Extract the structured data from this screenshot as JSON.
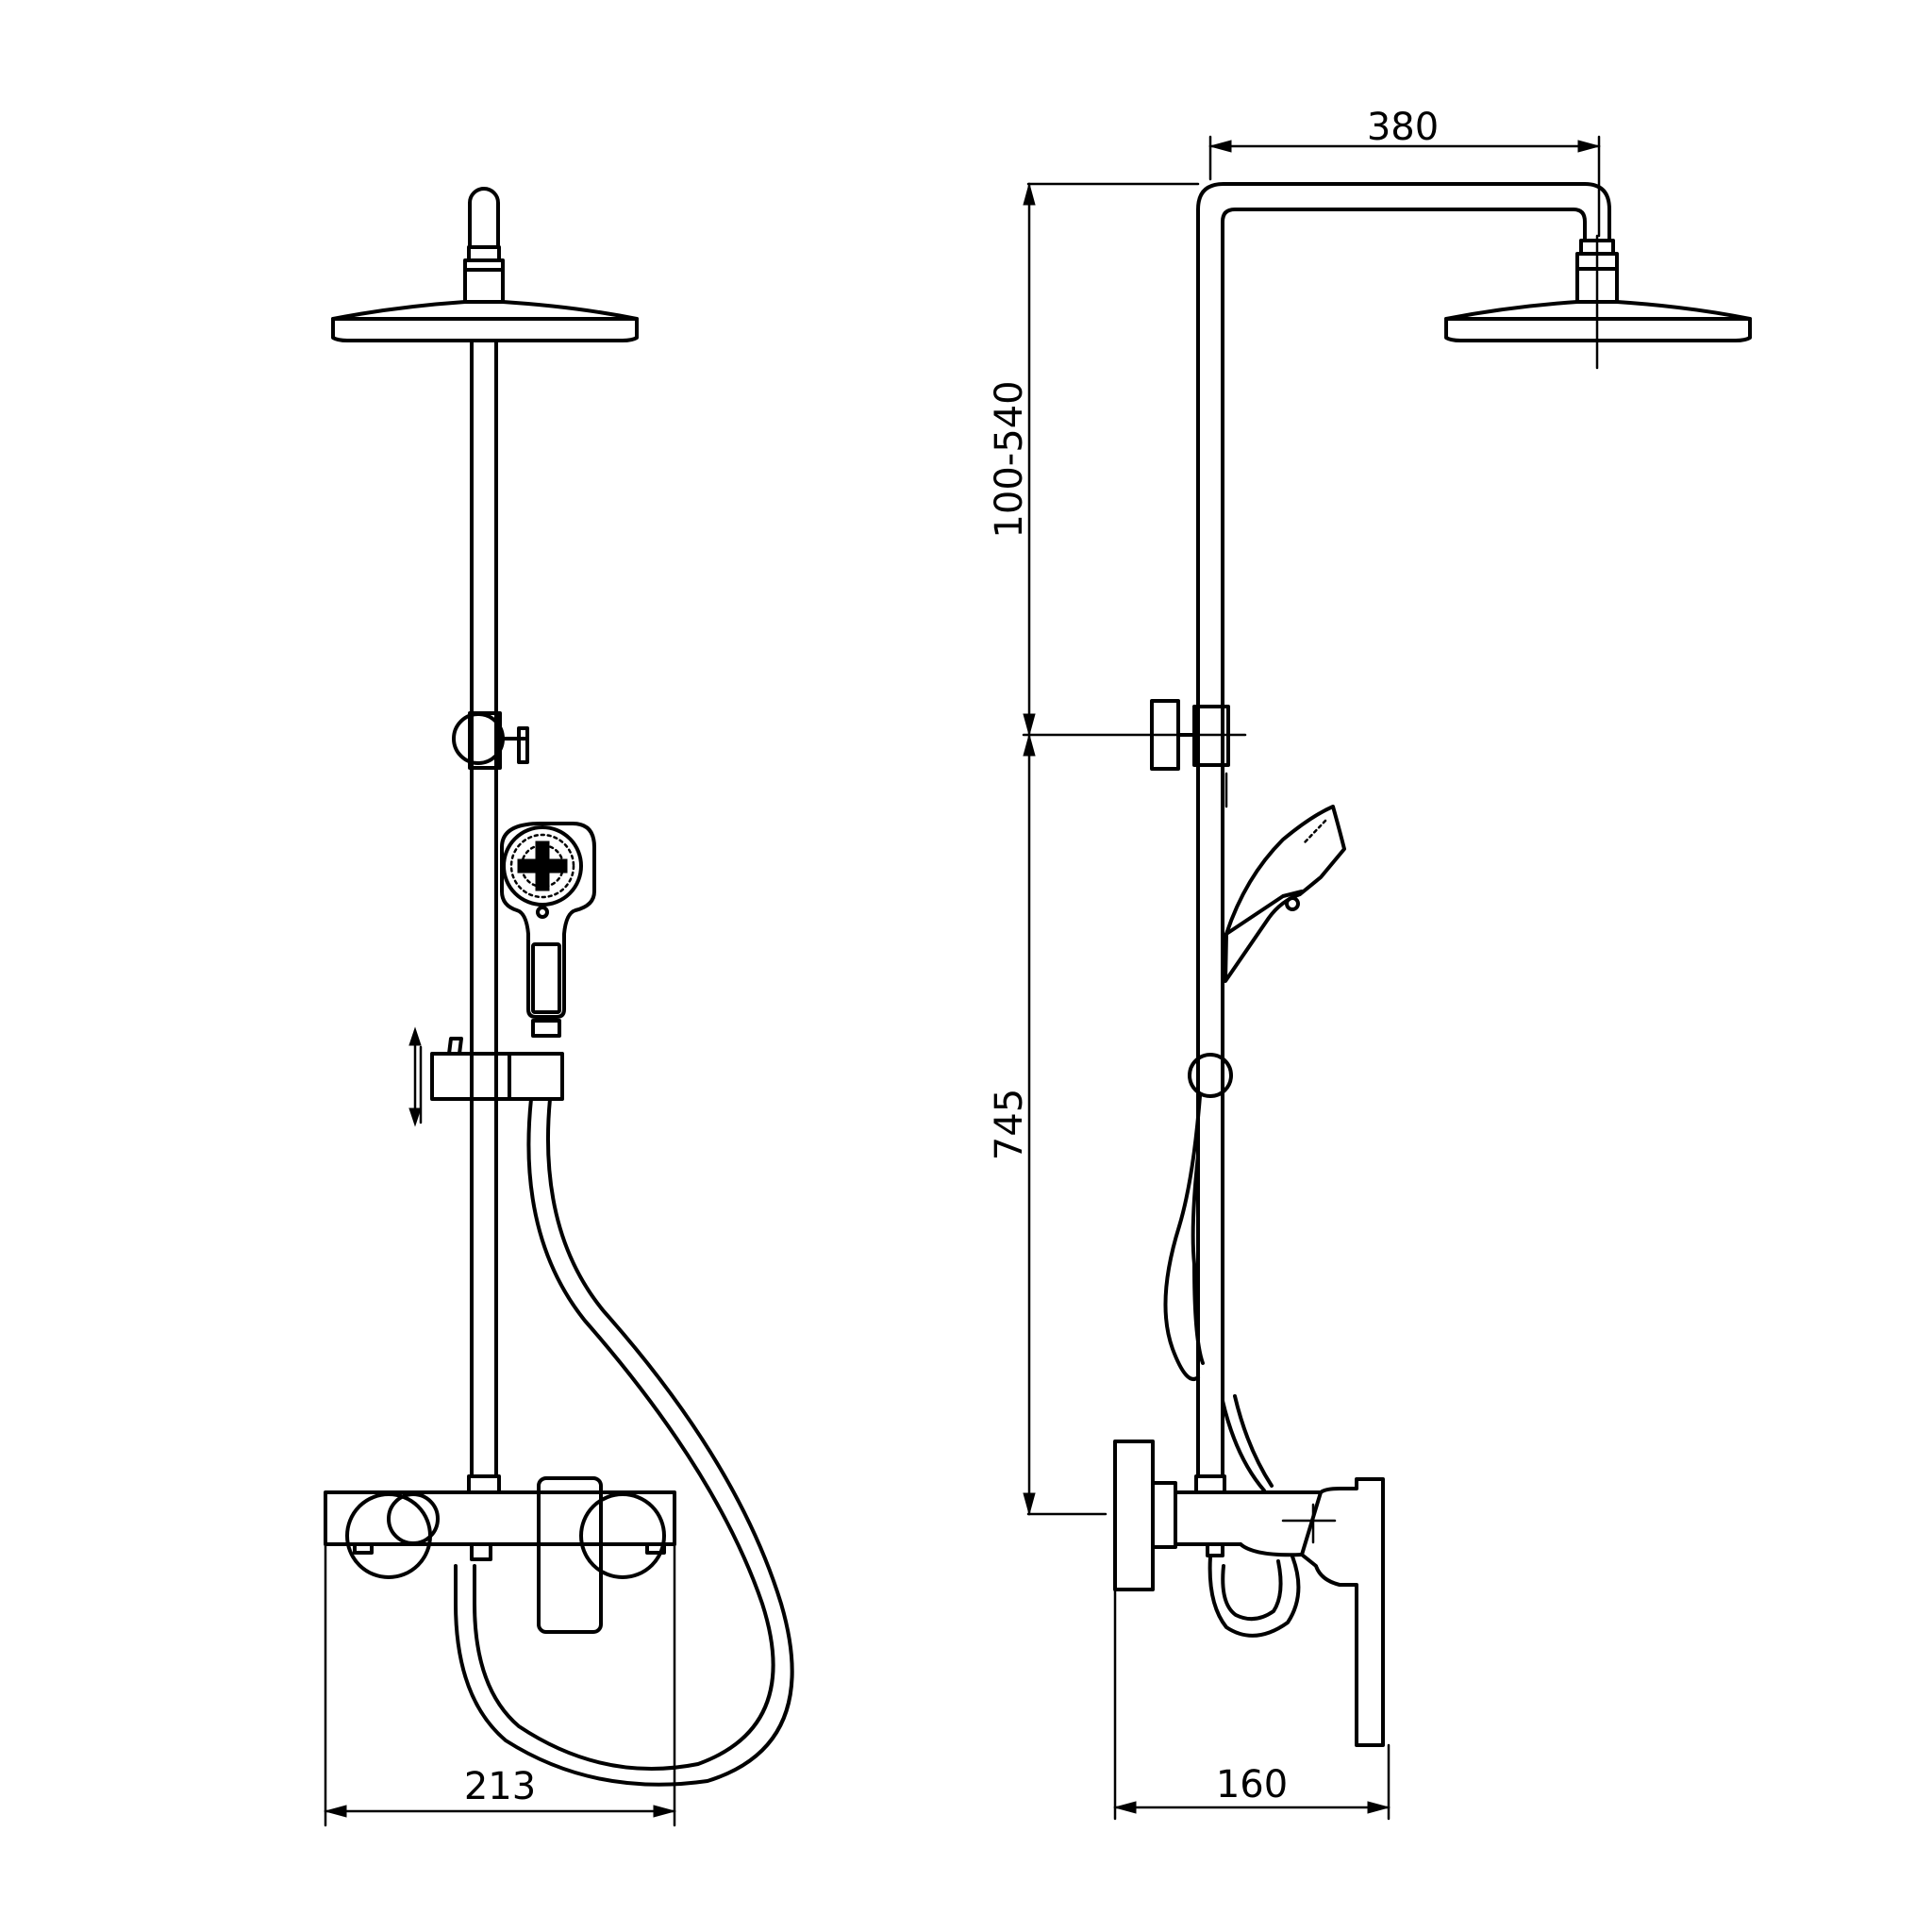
{
  "dimensions": {
    "front_width": "213",
    "side_depth": "160",
    "arm_reach": "380",
    "height_adjust": "100-540",
    "mixer_height": "745"
  }
}
